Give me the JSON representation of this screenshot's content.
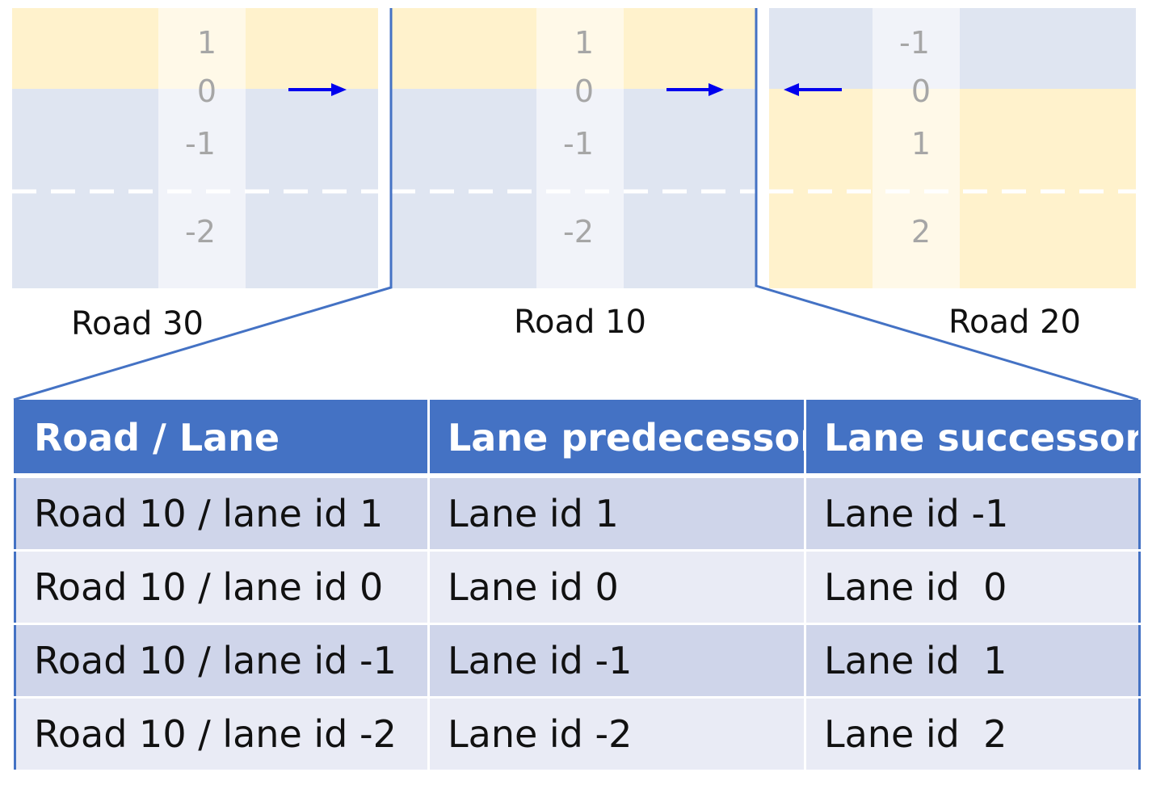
{
  "colors": {
    "yellow_lane": "#fff2cc",
    "blue_lane": "#dfe5f1",
    "id_strip_alpha": "rgba(255,255,255,0.55)",
    "divider": "#4472c4",
    "arrow": "#0000ee",
    "header_bg": "#4472c4",
    "row_odd": "#cfd5ea",
    "row_even": "#e9ebf5"
  },
  "roads": [
    {
      "label": "Road 30",
      "lane_ids": [
        "1",
        "0",
        "-1",
        "-2"
      ],
      "lane_colors": [
        "yellow",
        "blue",
        "blue"
      ],
      "arrow": "right"
    },
    {
      "label": "Road 10",
      "lane_ids": [
        "1",
        "0",
        "-1",
        "-2"
      ],
      "lane_colors": [
        "yellow",
        "blue",
        "blue"
      ],
      "arrow": "right"
    },
    {
      "label": "Road 20",
      "lane_ids": [
        "-1",
        "0",
        "1",
        "2"
      ],
      "lane_colors": [
        "blue",
        "yellow",
        "yellow"
      ],
      "arrow": "left"
    }
  ],
  "table": {
    "headers": [
      "Road / Lane",
      "Lane predecessor",
      "Lane successor"
    ],
    "rows": [
      [
        "Road 10 / lane id 1",
        "Lane id 1",
        "Lane id -1"
      ],
      [
        "Road 10 / lane id 0",
        "Lane id 0",
        "Lane id  0"
      ],
      [
        "Road 10 / lane id -1",
        "Lane id -1",
        "Lane id  1"
      ],
      [
        "Road 10 / lane id -2",
        "Lane id -2",
        "Lane id  2"
      ]
    ]
  }
}
